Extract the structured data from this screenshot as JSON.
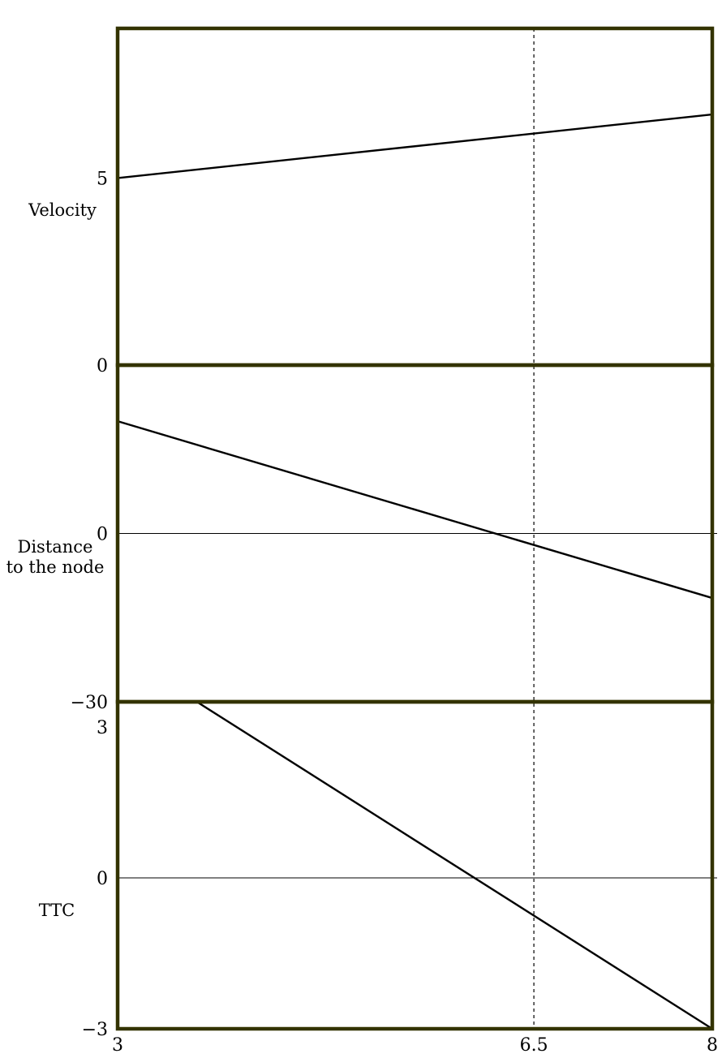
{
  "chart_data": [
    {
      "type": "line",
      "ylabel": "Velocity",
      "xlim": [
        3,
        8
      ],
      "ylim": [
        0,
        9
      ],
      "yticks": [
        {
          "value": 5,
          "label": "5"
        },
        {
          "value": 0,
          "label": "0"
        }
      ],
      "zero_line": false,
      "series": [
        {
          "x": [
            3,
            8
          ],
          "y": [
            5,
            6.7
          ]
        }
      ]
    },
    {
      "type": "line",
      "ylabel": [
        "Distance",
        "to the node"
      ],
      "xlim": [
        3,
        8
      ],
      "ylim": [
        -30,
        30
      ],
      "yticks": [
        {
          "value": 0,
          "label": "0"
        },
        {
          "value": -30,
          "label": "−30"
        }
      ],
      "zero_line": true,
      "series": [
        {
          "x": [
            3,
            8
          ],
          "y": [
            20,
            -11.5
          ]
        }
      ]
    },
    {
      "type": "line",
      "ylabel": "TTC",
      "xlim": [
        3,
        8
      ],
      "ylim": [
        -3,
        3.5
      ],
      "yticks": [
        {
          "value": 3,
          "label": "3"
        },
        {
          "value": 0,
          "label": "0"
        },
        {
          "value": -3,
          "label": "−3"
        }
      ],
      "zero_line": true,
      "series": [
        {
          "x": [
            3,
            8
          ],
          "y": [
            4.5,
            -3
          ]
        }
      ]
    }
  ],
  "x_axis": {
    "ticks": [
      {
        "value": 3,
        "label": "3"
      },
      {
        "value": 6.5,
        "label": "6.5"
      },
      {
        "value": 8,
        "label": "8"
      }
    ],
    "marker_x": 6.5
  }
}
